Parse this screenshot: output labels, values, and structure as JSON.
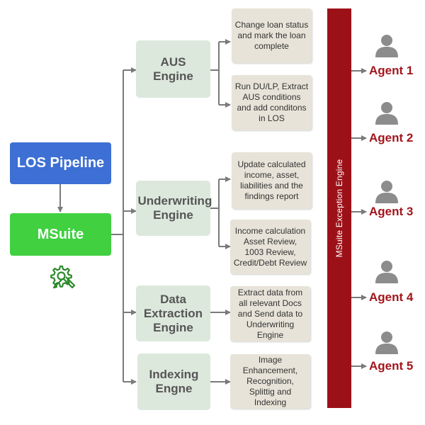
{
  "pipeline": {
    "label": "LOS Pipeline"
  },
  "msuite": {
    "label": "MSuite",
    "icon": "gear-tools-icon"
  },
  "engines": [
    {
      "label": "AUS Engine",
      "tasks": [
        "Change loan status and mark the loan complete",
        "Run DU/LP, Extract AUS conditions and add conditons in LOS"
      ]
    },
    {
      "label": "Underwriting Engine",
      "tasks": [
        "Update calculated income, asset, liabilities and the findings report",
        "Income calculation Asset Review, 1003 Review, Credit/Debt Review"
      ]
    },
    {
      "label": "Data Extraction Engine",
      "tasks": [
        "Extract data from all relevant Docs and Send data to Underwriting Engine"
      ]
    },
    {
      "label": "Indexing Engne",
      "tasks": [
        "Image Enhancement, Recognition, Splittig and Indexing"
      ]
    }
  ],
  "exception_engine": {
    "label": "MSuite Exception Engine"
  },
  "agents": [
    {
      "label": "Agent 1",
      "icon": "person-icon"
    },
    {
      "label": "Agent 2",
      "icon": "person-icon"
    },
    {
      "label": "Agent 3",
      "icon": "person-icon"
    },
    {
      "label": "Agent 4",
      "icon": "person-icon"
    },
    {
      "label": "Agent 5",
      "icon": "person-icon"
    }
  ],
  "colors": {
    "pipeline": "#3d6fd4",
    "msuite": "#40d040",
    "engine_box": "#dde8dd",
    "task_box": "#e7e3d8",
    "exception_bar": "#9c1118",
    "agent_label": "#a3141c",
    "connector": "#7a7a7a",
    "person": "#8c8c8c",
    "gear_icon": "#2a8a2a"
  }
}
